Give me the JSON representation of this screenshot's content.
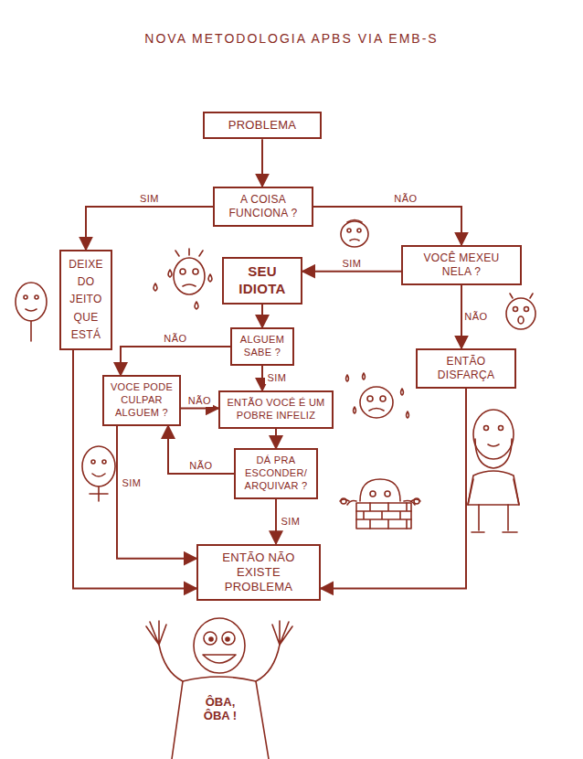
{
  "diagram": {
    "title": "NOVA METODOLOGIA APBS VIA EMB-S",
    "nodes": [
      {
        "text": [
          "PROBLEMA"
        ]
      },
      {
        "text": [
          "A COISA FUNCIONA ?"
        ]
      },
      {
        "text": [
          "DEIXE DO JEITO QUE ESTÁ"
        ]
      },
      {
        "text": [
          "SEU IDIOTA"
        ]
      },
      {
        "text": [
          "VOCÊ MEXEU NELA ?"
        ]
      },
      {
        "text": [
          "ALGUEM SABE ?"
        ]
      },
      {
        "text": [
          "ENTÃO DISFARÇA"
        ]
      },
      {
        "text": [
          "VOCE PODE CULPAR ALGUEM ?"
        ]
      },
      {
        "text": [
          "ENTÃO VOCÊ É UM POBRE INFELIZ"
        ]
      },
      {
        "text": [
          "DÁ PRA ESCONDER/ ARQUIVAR ?"
        ]
      },
      {
        "text": [
          "ENTÃO NÃO EXISTE PROBLEMA"
        ]
      }
    ],
    "edges": [
      {
        "from": 0,
        "to": 1,
        "arrow": "to"
      },
      {
        "from": 1,
        "to": 2,
        "label": "SIM",
        "arrow": "to"
      },
      {
        "from": 1,
        "to": 4,
        "label": "NÃO",
        "arrow": "to"
      },
      {
        "from": 4,
        "to": 3,
        "label": "SIM",
        "arrow": "to"
      },
      {
        "from": 4,
        "to": 6,
        "label": "NÃO",
        "arrow": "to"
      },
      {
        "from": 3,
        "to": 5,
        "arrow": "to"
      },
      {
        "from": 5,
        "to": 7,
        "label": "NÃO",
        "arrow": "to"
      },
      {
        "from": 5,
        "to": 8,
        "label": "SIM",
        "arrow": "to"
      },
      {
        "from": 7,
        "to": 8,
        "label": "NÃO",
        "arrow": "to"
      },
      {
        "from": 8,
        "to": 9,
        "arrow": "to"
      },
      {
        "from": 9,
        "to": 7,
        "label": "NÃO",
        "arrow": "to"
      },
      {
        "from": 9,
        "to": 10,
        "label": "SIM",
        "arrow": "to"
      },
      {
        "from": 7,
        "to": 10,
        "label": "SIM",
        "arrow": "to"
      },
      {
        "from": 2,
        "to": 10,
        "arrow": "to"
      },
      {
        "from": 6,
        "to": 10,
        "arrow": "to"
      }
    ],
    "labels": [
      "ÔBA, ÔBA !"
    ]
  }
}
